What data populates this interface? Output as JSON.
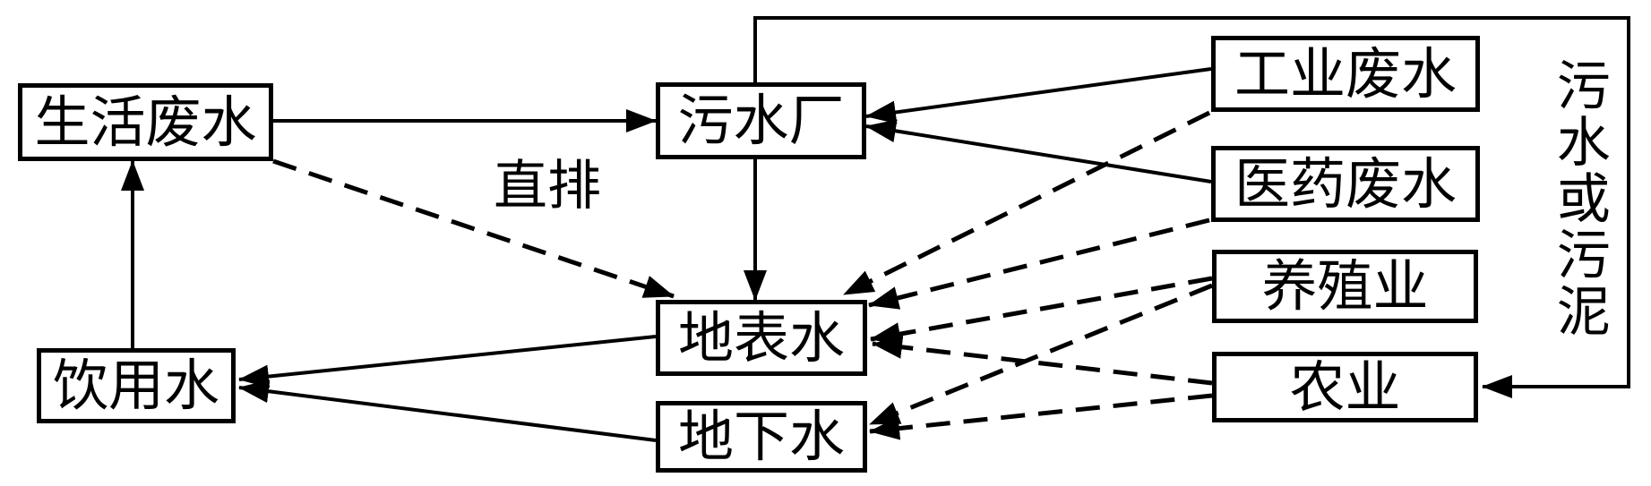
{
  "diagram": {
    "title_hint": "water pollution pathways flowchart",
    "colors": {
      "line": "#000000",
      "background": "#ffffff",
      "text": "#000000"
    },
    "nodes": {
      "domestic_wastewater": {
        "label": "生活废水"
      },
      "sewage_plant": {
        "label": "污水厂"
      },
      "industrial_wastewater": {
        "label": "工业废水"
      },
      "medical_wastewater": {
        "label": "医药废水"
      },
      "aquaculture": {
        "label": "养殖业"
      },
      "agriculture": {
        "label": "农业"
      },
      "surface_water": {
        "label": "地表水"
      },
      "groundwater": {
        "label": "地下水"
      },
      "drinking_water": {
        "label": "饮用水"
      }
    },
    "edge_labels": {
      "direct_discharge": "直排",
      "sewage_or_sludge": "污水或污泥"
    },
    "edges": [
      {
        "from": "生活废水",
        "to": "污水厂",
        "style": "solid",
        "label": ""
      },
      {
        "from": "生活废水",
        "to": "地表水",
        "style": "dashed",
        "label": "直排"
      },
      {
        "from": "饮用水",
        "to": "生活废水",
        "style": "solid",
        "label": ""
      },
      {
        "from": "污水厂",
        "to": "地表水",
        "style": "solid",
        "label": ""
      },
      {
        "from": "污水厂",
        "to": "农业",
        "style": "solid",
        "label": "污水或污泥"
      },
      {
        "from": "工业废水",
        "to": "污水厂",
        "style": "solid",
        "label": ""
      },
      {
        "from": "工业废水",
        "to": "地表水",
        "style": "dashed",
        "label": ""
      },
      {
        "from": "医药废水",
        "to": "污水厂",
        "style": "solid",
        "label": ""
      },
      {
        "from": "医药废水",
        "to": "地表水",
        "style": "dashed",
        "label": ""
      },
      {
        "from": "养殖业",
        "to": "地表水",
        "style": "dashed",
        "label": ""
      },
      {
        "from": "养殖业",
        "to": "地下水",
        "style": "dashed",
        "label": ""
      },
      {
        "from": "农业",
        "to": "地表水",
        "style": "dashed",
        "label": ""
      },
      {
        "from": "农业",
        "to": "地下水",
        "style": "dashed",
        "label": ""
      },
      {
        "from": "地表水",
        "to": "饮用水",
        "style": "solid",
        "label": ""
      },
      {
        "from": "地下水",
        "to": "饮用水",
        "style": "solid",
        "label": ""
      }
    ]
  }
}
